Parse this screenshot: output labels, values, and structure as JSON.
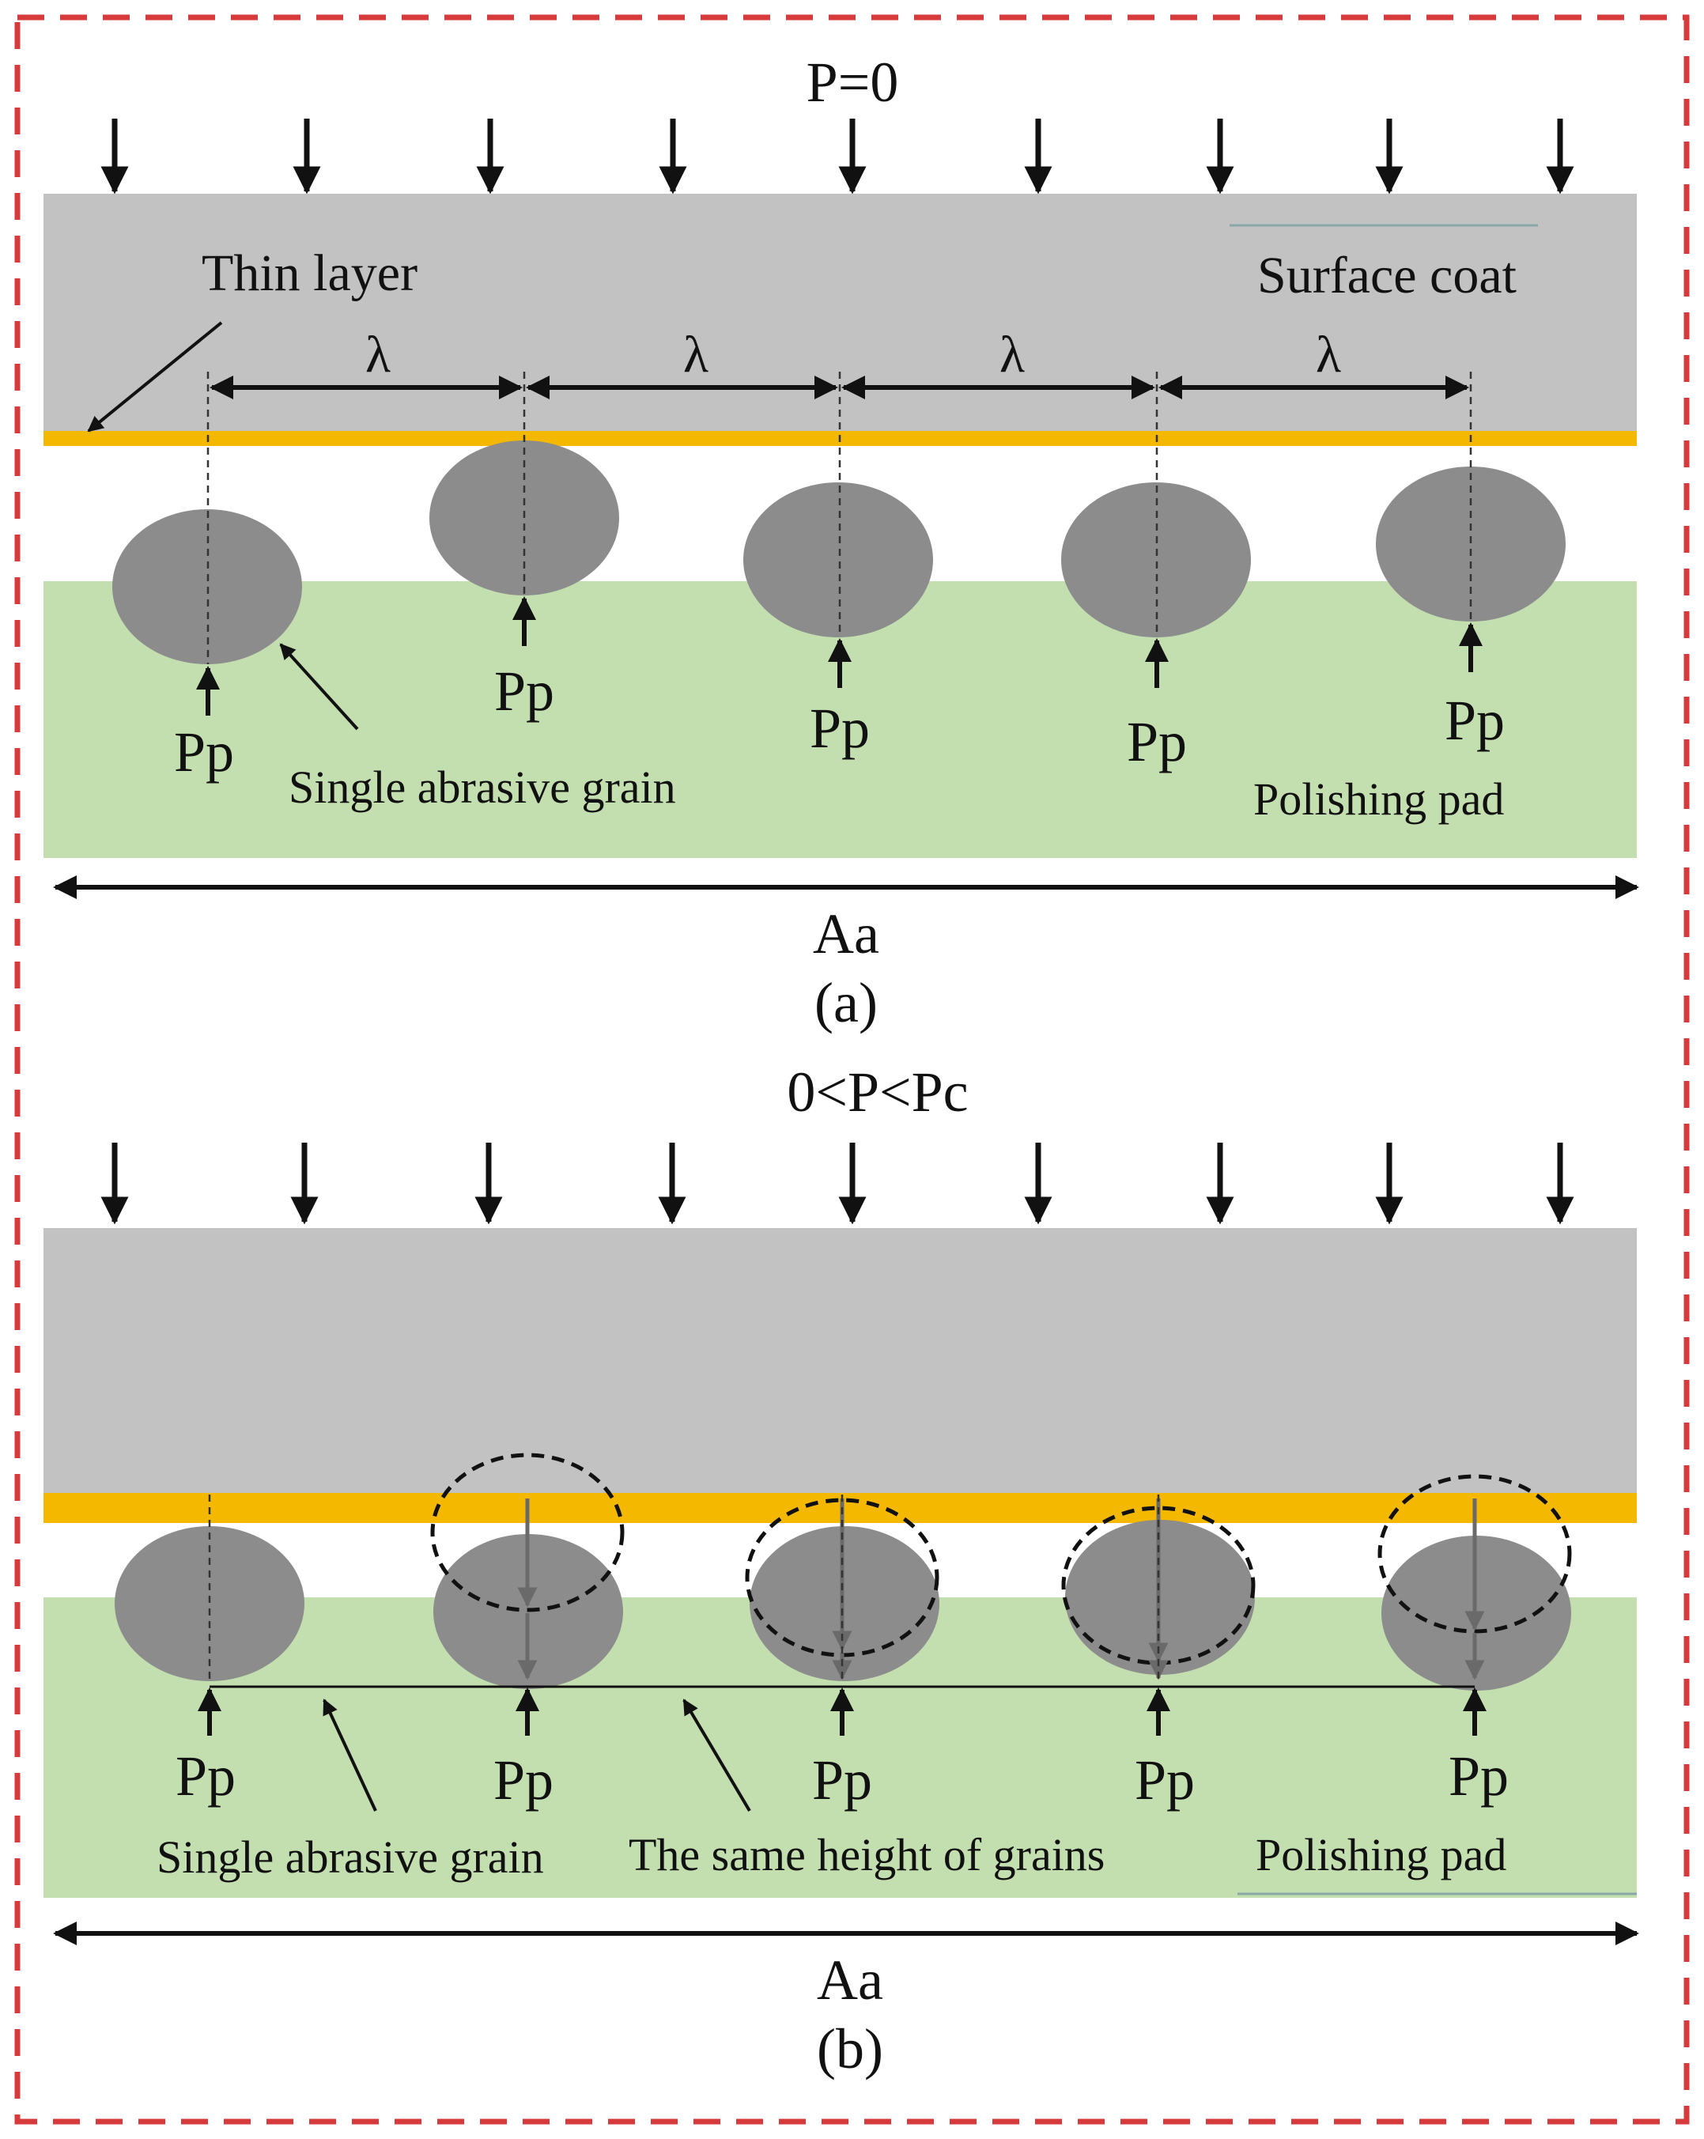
{
  "colors": {
    "frame": "#d63a3a",
    "workpiece": "#c2c2c2",
    "thin_layer": "#f5b800",
    "pad": "#c3dfb0",
    "grain": "#8c8c8c",
    "arrow": "#111111"
  },
  "panel_a": {
    "load_label": "P=0",
    "thin_layer_label": "Thin layer",
    "surface_coat_label": "Surface coat",
    "spacing_symbol": "λ",
    "force_label": "Pp",
    "grain_label": "Single abrasive grain",
    "pad_label": "Polishing pad",
    "area_label": "Aa",
    "caption": "(a)"
  },
  "panel_b": {
    "load_label": "0<P<Pc",
    "force_label": "Pp",
    "grain_label": "Single abrasive grain",
    "same_height_label": "The same height of grains",
    "pad_label": "Polishing pad",
    "area_label": "Aa",
    "caption": "(b)"
  }
}
